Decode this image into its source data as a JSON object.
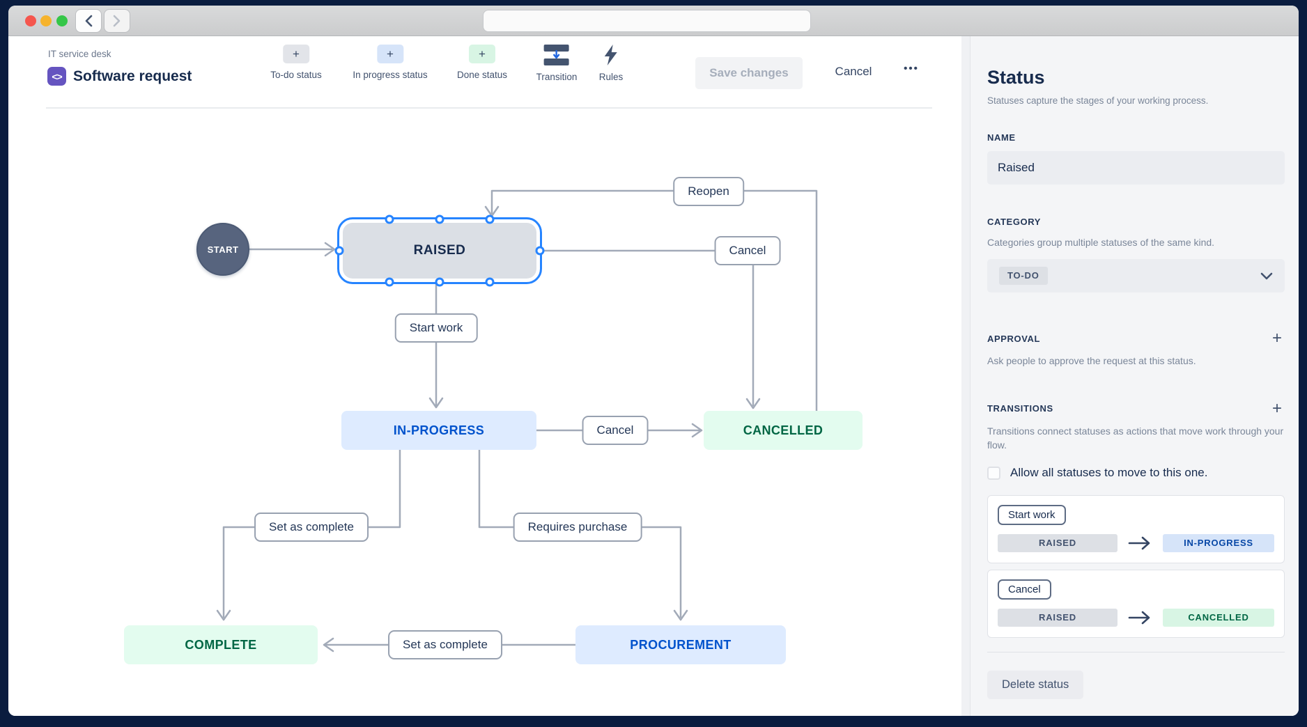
{
  "colors": {
    "selection_blue": "#2684FF",
    "brand_purple": "#6554C0",
    "status_blue_bg": "#DEEBFF",
    "status_blue_text": "#0052CC",
    "status_green_bg": "#E3FCEF",
    "status_green_text": "#006644",
    "neutral_gray_bg": "#DFE1E6",
    "text_navy": "#172B4D",
    "connector_gray": "#A2AAB8"
  },
  "header": {
    "project_label": "IT service desk",
    "workflow_title": "Software request",
    "add_buttons": [
      {
        "label": "To-do status",
        "plus": "+"
      },
      {
        "label": "In progress status",
        "plus": "+"
      },
      {
        "label": "Done status",
        "plus": "+"
      }
    ],
    "transition_tool_label": "Transition",
    "rules_tool_label": "Rules",
    "save_label": "Save changes",
    "cancel_label": "Cancel",
    "more_label": "•••"
  },
  "diagram": {
    "start": "START",
    "statuses": {
      "raised": "RAISED",
      "in_progress": "IN-PROGRESS",
      "cancelled": "CANCELLED",
      "complete": "COMPLETE",
      "procurement": "PROCUREMENT"
    },
    "transitions": {
      "reopen": "Reopen",
      "cancel_top": "Cancel",
      "start_work": "Start work",
      "cancel_mid": "Cancel",
      "set_complete_left": "Set as complete",
      "requires_purchase": "Requires purchase",
      "set_complete_bottom": "Set as complete"
    }
  },
  "sidebar": {
    "title": "Status",
    "subtitle": "Statuses capture the stages of your working process.",
    "name_label": "NAME",
    "name_value": "Raised",
    "category_label": "CATEGORY",
    "category_desc": "Categories group multiple statuses of the same kind.",
    "category_value": "TO-DO",
    "approval_label": "APPROVAL",
    "approval_plus": "+",
    "approval_desc": "Ask people to approve the request at this status.",
    "transitions_label": "TRANSITIONS",
    "transitions_plus": "+",
    "transitions_desc": "Transitions connect statuses as actions that move work through your flow.",
    "allow_all_label": "Allow all statuses to move to this one.",
    "transition_cards": [
      {
        "action": "Start work",
        "from": "RAISED",
        "to": "IN-PROGRESS"
      },
      {
        "action": "Cancel",
        "from": "RAISED",
        "to": "CANCELLED"
      }
    ],
    "delete_label": "Delete status"
  }
}
